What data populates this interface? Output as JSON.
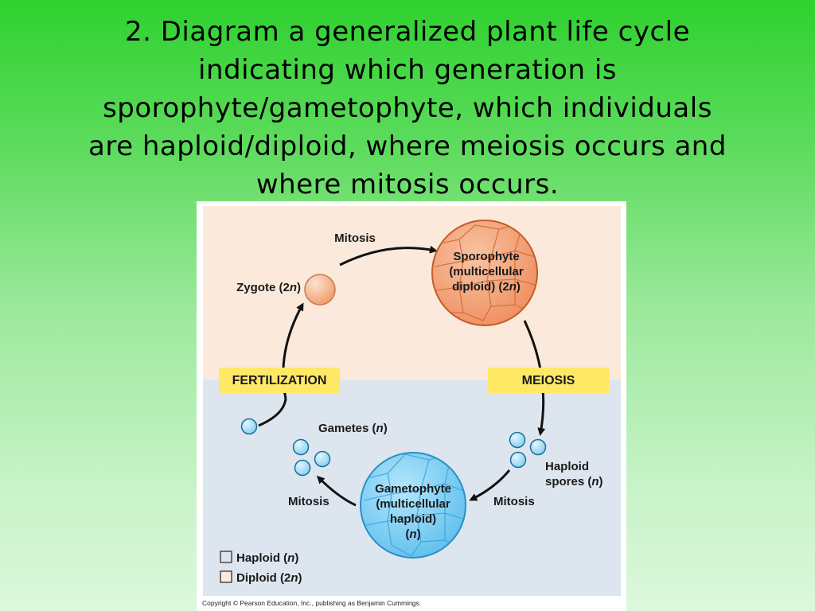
{
  "slide": {
    "title_lines": [
      "2. Diagram a generalized plant life cycle",
      "indicating which generation is",
      "sporophyte/gametophyte, which individuals",
      "are haploid/diploid, where meiosis occurs and",
      "where mitosis occurs."
    ]
  },
  "diagram": {
    "mitosis_top": "Mitosis",
    "sporophyte": [
      "Sporophyte",
      "(multicellular",
      "diploid) (2",
      "n",
      ")"
    ],
    "zygote": [
      "Zygote (2",
      "n",
      ")"
    ],
    "fertilization": "FERTILIZATION",
    "meiosis": "MEIOSIS",
    "gametes": [
      "Gametes (",
      "n",
      ")"
    ],
    "haploid_spores": [
      "Haploid",
      "spores (",
      "n",
      ")"
    ],
    "mitosis_left": "Mitosis",
    "mitosis_right": "Mitosis",
    "gametophyte": [
      "Gametophyte",
      "(multicellular",
      "haploid)",
      "(",
      "n",
      ")"
    ],
    "legend": {
      "haploid": [
        "Haploid (",
        "n",
        ")"
      ],
      "diploid": [
        "Diploid (2",
        "n",
        ")"
      ]
    },
    "copyright": "Copyright © Pearson Education, Inc., publishing as Benjamin Cummings."
  },
  "colors": {
    "diploid_zone": "#fbeadb",
    "haploid_zone": "#dde6ef",
    "label_box": "#ffe866",
    "sporophyte_fill": "#f5a97d",
    "gametophyte_fill": "#8dd3f5",
    "spore_fill": "#a9dff7"
  }
}
